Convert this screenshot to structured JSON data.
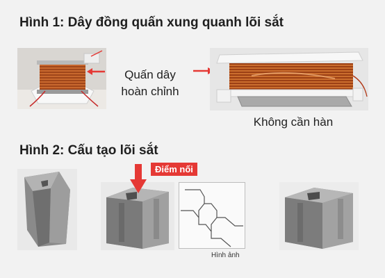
{
  "figure1": {
    "title": "Hình 1: Dây đồng quấn xung quanh lõi sắt",
    "coil_label_line1": "Quấn dây",
    "coil_label_line2": "hoàn chỉnh",
    "no_weld_label": "Không cần hàn"
  },
  "figure2": {
    "title": "Hình 2: Cấu tạo lõi sắt",
    "joint_label": "Điểm nối",
    "image_caption": "Hình ảnh"
  },
  "colors": {
    "accent_red": "#e53935",
    "copper": "#c0581e"
  }
}
